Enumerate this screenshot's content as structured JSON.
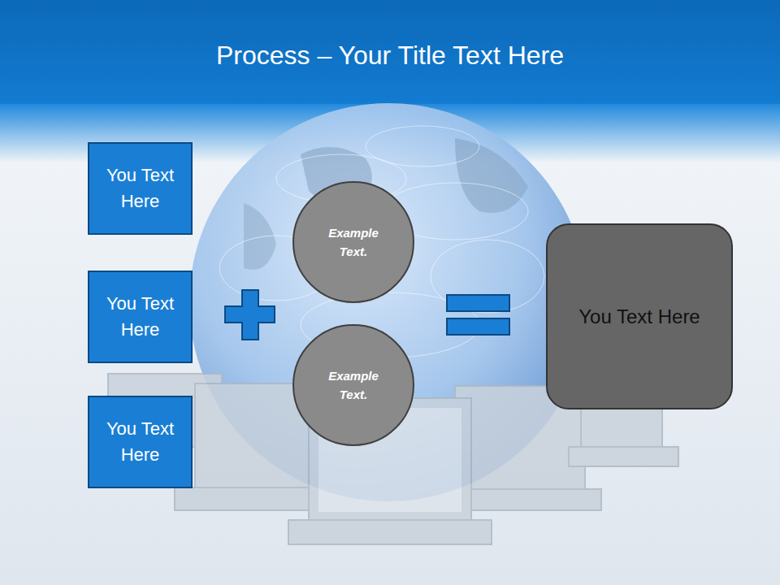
{
  "diagram": {
    "title": "Process – Your Title Text Here",
    "nodes": [
      {
        "text": [
          "You Text Here"
        ]
      },
      {
        "text": [
          "You Text Here"
        ]
      },
      {
        "text": [
          "You Text Here"
        ]
      },
      {
        "text": [
          "Example Text."
        ]
      },
      {
        "text": [
          "Example Text."
        ]
      },
      {
        "text": [
          "You Text Here"
        ]
      }
    ]
  }
}
